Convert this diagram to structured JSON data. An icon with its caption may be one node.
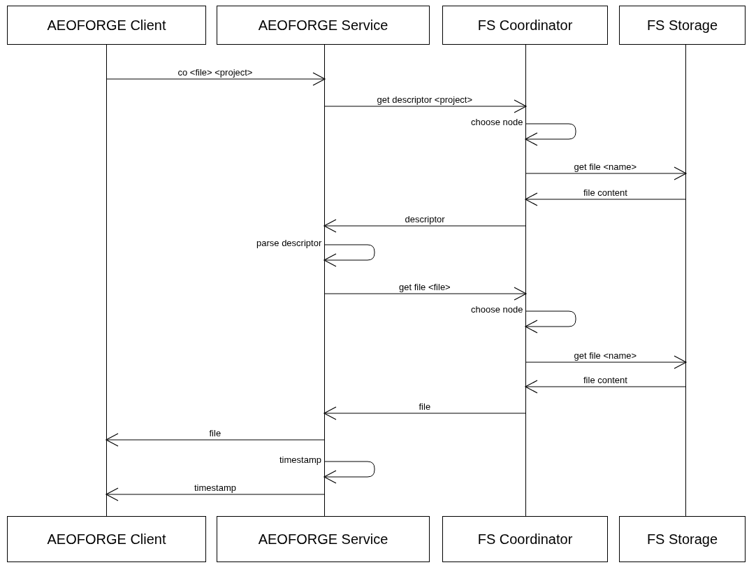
{
  "diagram": {
    "nodes": [
      {
        "text": [
          "AEOFORGE Client"
        ]
      },
      {
        "text": [
          "AEOFORGE Service"
        ]
      },
      {
        "text": [
          "FS Coordinator"
        ]
      },
      {
        "text": [
          "FS Storage"
        ]
      },
      {
        "text": [
          "AEOFORGE Client"
        ]
      },
      {
        "text": [
          "AEOFORGE Service"
        ]
      },
      {
        "text": [
          "FS Coordinator"
        ]
      },
      {
        "text": [
          "FS Storage"
        ]
      },
      {
        "text": [],
        "shape": "line"
      },
      {
        "text": [],
        "shape": "line"
      },
      {
        "text": [],
        "shape": "line"
      },
      {
        "text": [],
        "shape": "line"
      }
    ],
    "edges": [
      {
        "from": 8,
        "to": 9,
        "arrow": "to",
        "label": "co <file> <project>"
      },
      {
        "from": 9,
        "to": 10,
        "arrow": "to",
        "label": "get descriptor <project>"
      },
      {
        "from": 10,
        "to": 10,
        "arrow": "to",
        "label": "choose node"
      },
      {
        "from": 10,
        "to": 11,
        "arrow": "to",
        "label": "get file <name>"
      },
      {
        "from": 11,
        "to": 10,
        "arrow": "to",
        "label": "file content"
      },
      {
        "from": 10,
        "to": 9,
        "arrow": "to",
        "label": "descriptor"
      },
      {
        "from": 9,
        "to": 9,
        "arrow": "to",
        "label": "parse descriptor"
      },
      {
        "from": 9,
        "to": 10,
        "arrow": "to",
        "label": "get file <file>"
      },
      {
        "from": 10,
        "to": 10,
        "arrow": "to",
        "label": "choose node"
      },
      {
        "from": 10,
        "to": 11,
        "arrow": "to",
        "label": "get file <name>"
      },
      {
        "from": 11,
        "to": 10,
        "arrow": "to",
        "label": "file content"
      },
      {
        "from": 10,
        "to": 9,
        "arrow": "to",
        "label": "file"
      },
      {
        "from": 9,
        "to": 8,
        "arrow": "to",
        "label": "file"
      },
      {
        "from": 9,
        "to": 9,
        "arrow": "to",
        "label": "timestamp"
      },
      {
        "from": 9,
        "to": 8,
        "arrow": "to",
        "label": "timestamp"
      }
    ]
  }
}
